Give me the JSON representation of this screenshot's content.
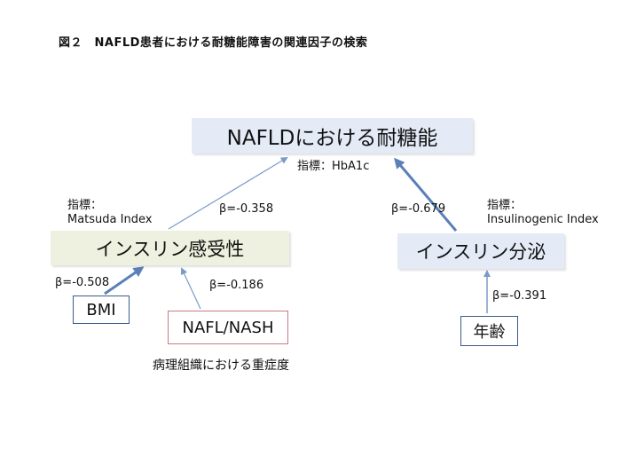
{
  "title": "図２　NAFLD患者における耐糖能障害の関連因子の検索",
  "nodes": {
    "top": "NAFLDにおける耐糖能",
    "sensitivity": "インスリン感受性",
    "secretion": "インスリン分泌",
    "bmi": "BMI",
    "nafl_nash": "NAFL/NASH",
    "age": "年齢"
  },
  "labels": {
    "top_index": "指標：HbA1c",
    "sens_index_line1": "指標：",
    "sens_index_line2": "Matsuda Index",
    "secr_index_line1": "指標：",
    "secr_index_line2": "Insulinogenic Index",
    "nafl_caption": "病理組織における重症度"
  },
  "coefficients": {
    "sens_to_top": "β=-0.358",
    "secr_to_top": "β=-0.679",
    "bmi_to_sens": "β=-0.508",
    "nafl_to_sens": "β=-0.186",
    "age_to_secr": "β=-0.391"
  },
  "colors": {
    "arrow": "#7a9bc8",
    "arrow_bold": "#5b80b8",
    "top_fill": "#e4ebf6",
    "sens_fill": "#eef1df",
    "nafl_border": "#c87a86",
    "box_border": "#3b5a8a"
  }
}
